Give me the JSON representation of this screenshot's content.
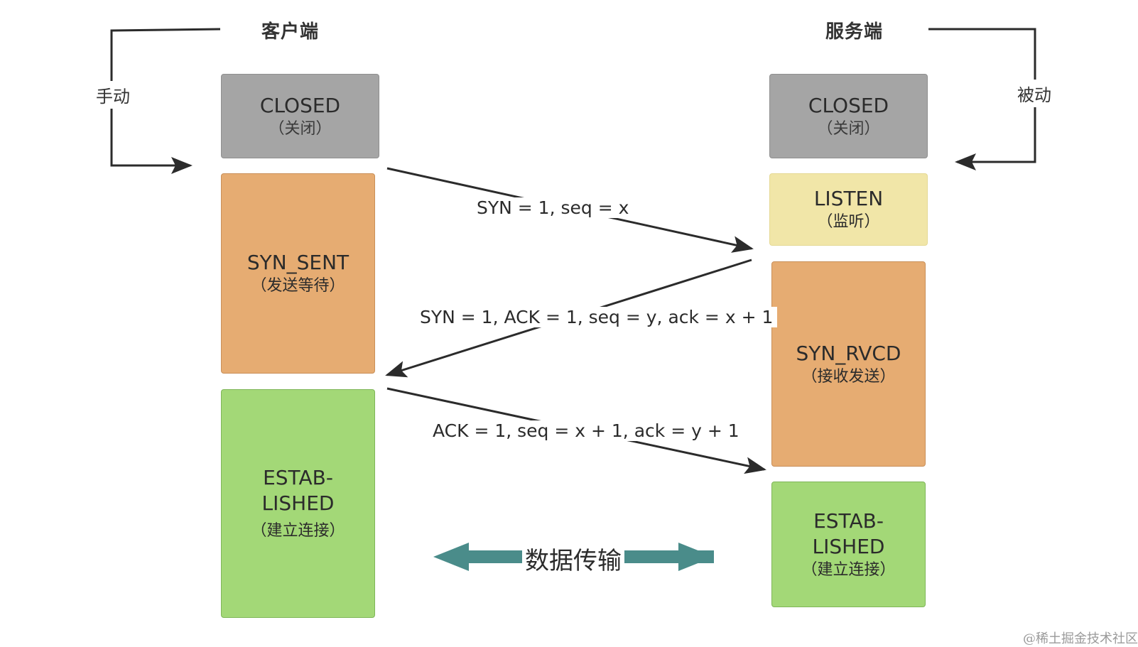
{
  "client": {
    "title": "客户端",
    "note": "手动",
    "states": [
      {
        "name": "CLOSED",
        "sub": "（关闭）"
      },
      {
        "name": "SYN_SENT",
        "sub": "（发送等待）"
      },
      {
        "name": "ESTAB-\nLISHED",
        "sub": "（建立连接）"
      }
    ]
  },
  "server": {
    "title": "服务端",
    "note": "被动",
    "states": [
      {
        "name": "CLOSED",
        "sub": "（关闭）"
      },
      {
        "name": "LISTEN",
        "sub": "（监听）"
      },
      {
        "name": "SYN_RVCD",
        "sub": "（接收发送）"
      },
      {
        "name": "ESTAB-\nLISHED",
        "sub": "（建立连接）"
      }
    ]
  },
  "messages": [
    {
      "text": "SYN = 1,  seq = x",
      "direction": "client-to-server"
    },
    {
      "text": "SYN = 1, ACK = 1, seq = y, ack = x + 1",
      "direction": "server-to-client"
    },
    {
      "text": "ACK = 1, seq = x + 1, ack = y + 1",
      "direction": "client-to-server"
    }
  ],
  "data_transfer": {
    "label": "数据传输",
    "arrow_color": "#4a8c8a"
  },
  "colors": {
    "closed": "#a5a5a5",
    "listen": "#f1e6a8",
    "syn_state": "#e6ac72",
    "established": "#a3d877",
    "arrow": "#2b2b2b"
  },
  "watermark": "@稀土掘金技术社区"
}
